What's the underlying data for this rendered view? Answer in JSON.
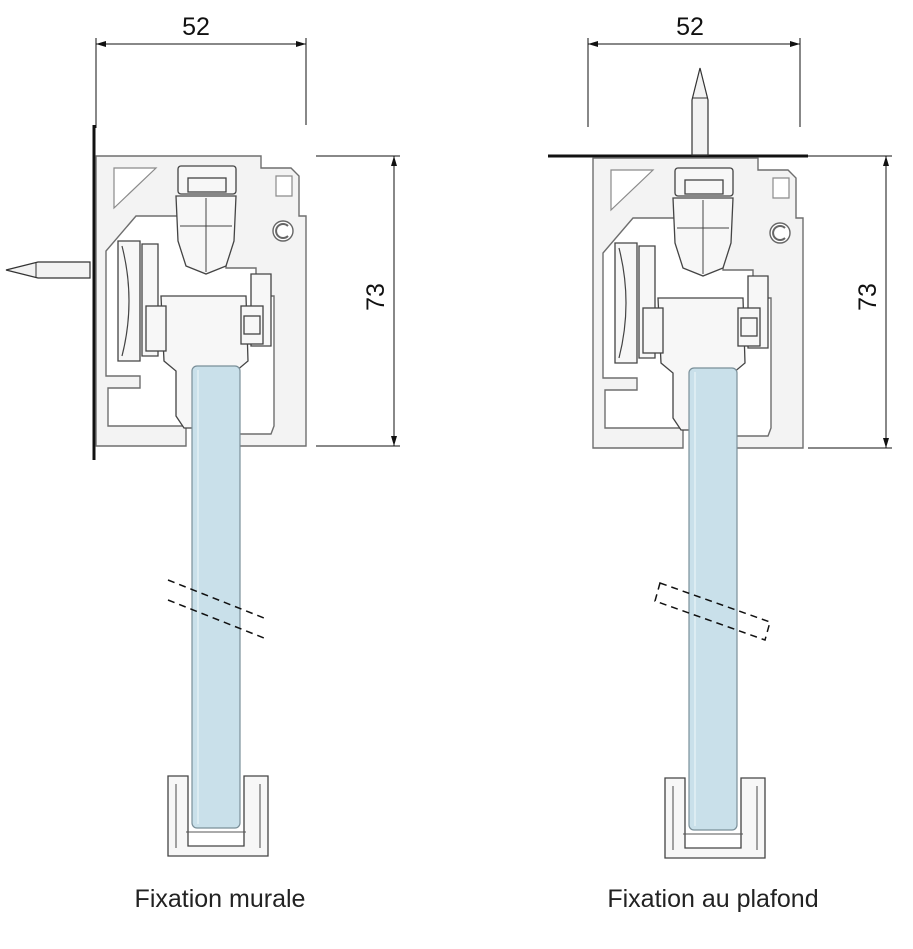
{
  "colors": {
    "glass": "#c9e0ea",
    "profile": "#f3f3f3",
    "line": "#111111"
  },
  "icons": [
    "wall-nail-icon",
    "ceiling-nail-icon",
    "break-lines-icon"
  ],
  "views": [
    {
      "width_label": "52",
      "height_label": "73",
      "caption": "Fixation murale"
    },
    {
      "width_label": "52",
      "height_label": "73",
      "caption": "Fixation au plafond"
    }
  ]
}
